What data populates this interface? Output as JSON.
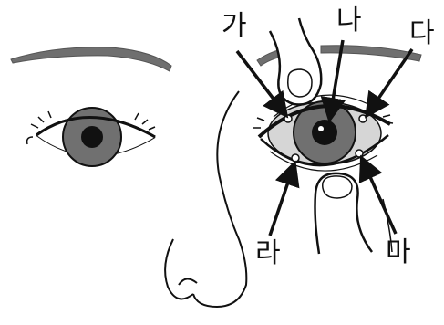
{
  "labels": {
    "ga": "가",
    "na": "나",
    "da": "다",
    "ra": "라",
    "ma": "마"
  },
  "colors": {
    "line": "#111111",
    "iris": "#707070",
    "eyebrow": "#6f6f6f",
    "sclera": "#d6d6d6",
    "pupil": "#111111"
  }
}
